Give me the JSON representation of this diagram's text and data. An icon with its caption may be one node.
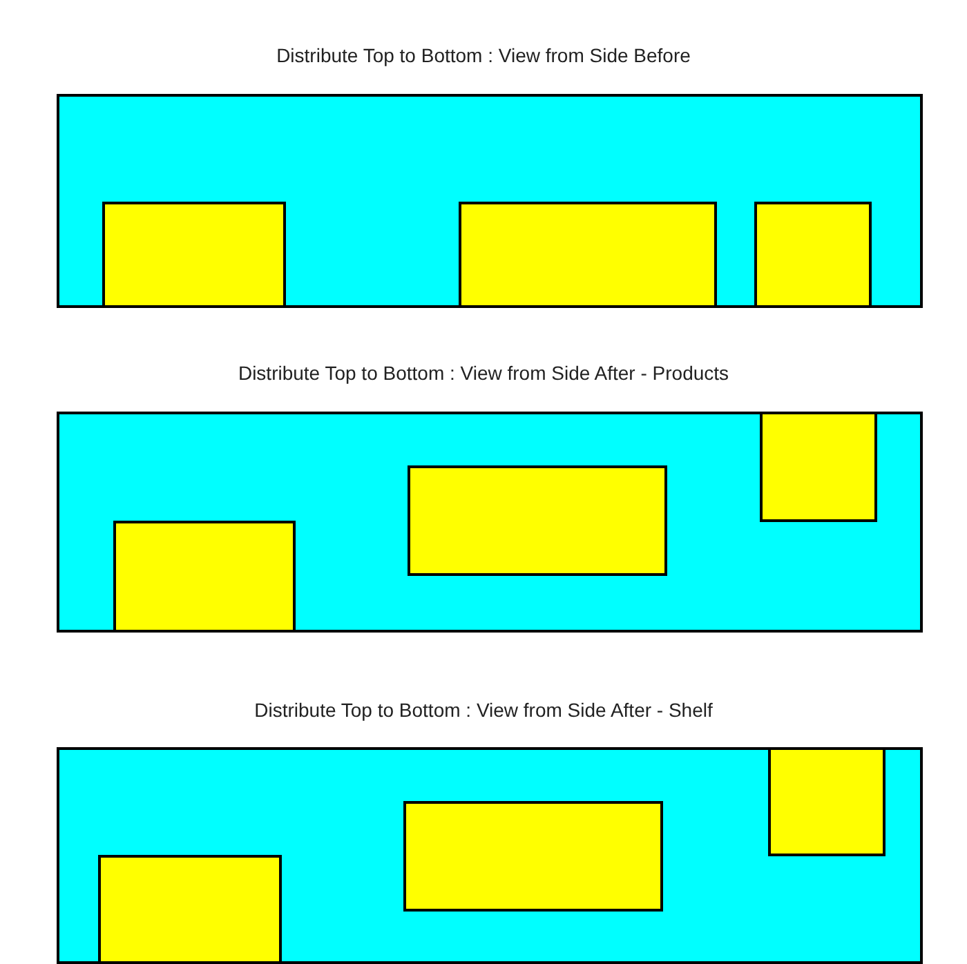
{
  "diagram": {
    "nodes": [
      {
        "text": [
          "Distribute Top to Bottom : View from Side Before"
        ]
      },
      {
        "text": [],
        "shape": "box",
        "in": 0
      },
      {
        "text": [],
        "shape": "box",
        "in": 0
      },
      {
        "text": [],
        "shape": "box",
        "in": 0
      },
      {
        "text": [
          "Distribute Top to Bottom : View from Side After - Products"
        ]
      },
      {
        "text": [],
        "shape": "box",
        "in": 4
      },
      {
        "text": [],
        "shape": "box",
        "in": 4
      },
      {
        "text": [],
        "shape": "box",
        "in": 4
      },
      {
        "text": [
          "Distribute Top to Bottom : View from Side After - Shelf"
        ]
      },
      {
        "text": [],
        "shape": "box",
        "in": 8
      },
      {
        "text": [],
        "shape": "box",
        "in": 8
      },
      {
        "text": [],
        "shape": "box",
        "in": 8
      }
    ]
  }
}
